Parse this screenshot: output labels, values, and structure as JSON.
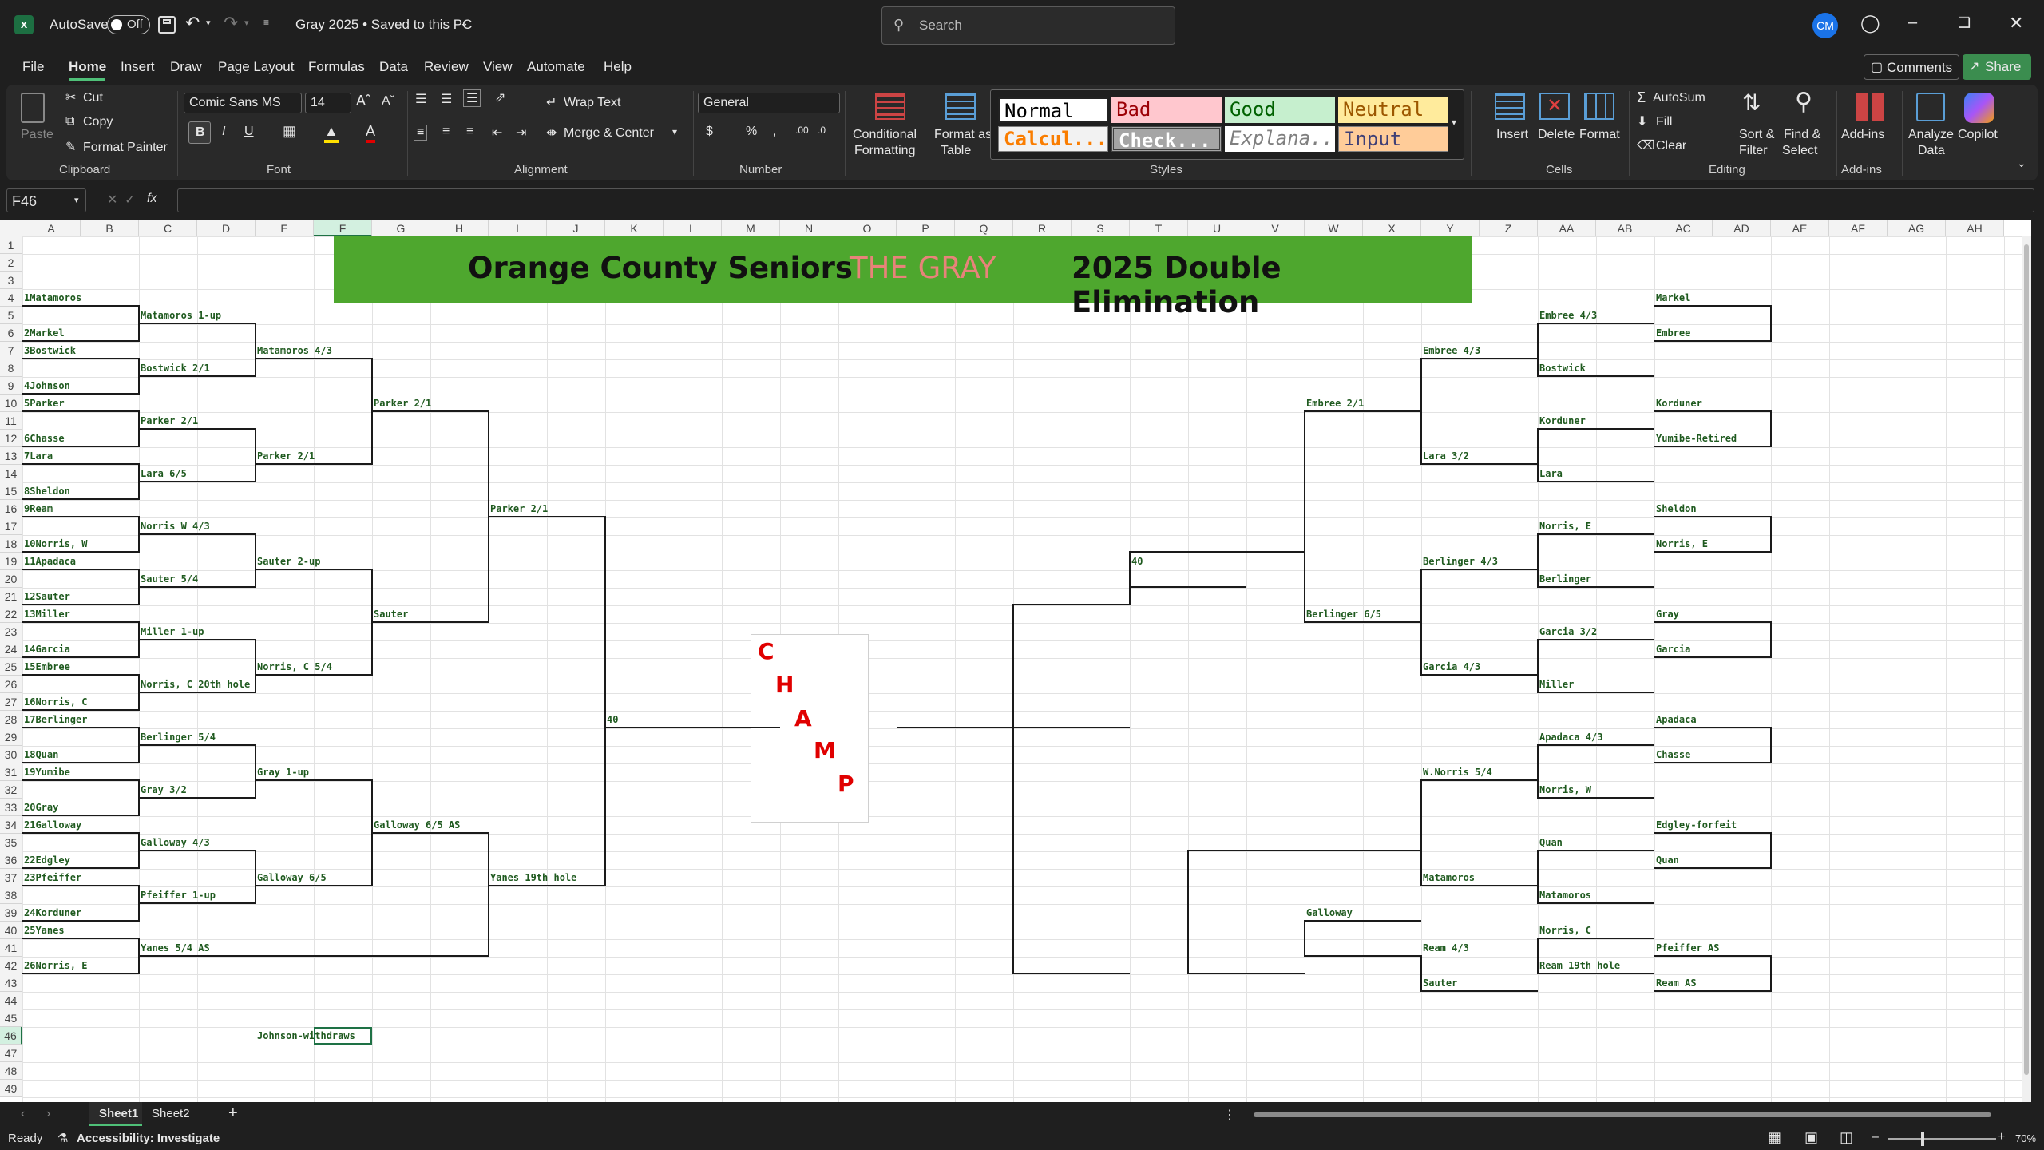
{
  "titlebar": {
    "autosave_label": "AutoSave",
    "autosave_state": "Off",
    "doc_title": "Gray 2025 • Saved to this PC",
    "search_placeholder": "Search",
    "avatar": "CM"
  },
  "menu": [
    "File",
    "Home",
    "Insert",
    "Draw",
    "Page Layout",
    "Formulas",
    "Data",
    "Review",
    "View",
    "Automate",
    "Help"
  ],
  "menu_right": {
    "comments": "Comments",
    "share": "Share"
  },
  "ribbon": {
    "paste": "Paste",
    "cut": "Cut",
    "copy": "Copy",
    "format_painter": "Format Painter",
    "clipboard": "Clipboard",
    "font_name": "Comic Sans MS",
    "font_size": "14",
    "font": "Font",
    "bold": "B",
    "italic": "I",
    "underline": "U",
    "wrap_text": "Wrap Text",
    "merge_center": "Merge & Center",
    "alignment": "Alignment",
    "number_format": "General",
    "number": "Number",
    "cond_fmt_1": "Conditional",
    "cond_fmt_2": "Formatting",
    "fmt_table_1": "Format as",
    "fmt_table_2": "Table",
    "styles": [
      "Normal",
      "Bad",
      "Good",
      "Neutral",
      "Calcul...",
      "Check...",
      "Explana...",
      "Input"
    ],
    "styles_label": "Styles",
    "insert": "Insert",
    "delete": "Delete",
    "format": "Format",
    "cells": "Cells",
    "autosum": "AutoSum",
    "fill": "Fill",
    "clear": "Clear",
    "sort_1": "Sort &",
    "sort_2": "Filter",
    "find_1": "Find &",
    "find_2": "Select",
    "editing": "Editing",
    "addins": "Add-ins",
    "addins_group": "Add-ins",
    "analyze_1": "Analyze",
    "analyze_2": "Data",
    "copilot": "Copilot"
  },
  "namebox": "F46",
  "columns": [
    "A",
    "B",
    "C",
    "D",
    "E",
    "F",
    "G",
    "H",
    "I",
    "J",
    "K",
    "L",
    "M",
    "N",
    "O",
    "P",
    "Q",
    "R",
    "S",
    "T",
    "U",
    "V",
    "W",
    "X",
    "Y",
    "Z",
    "AA",
    "AB",
    "AC",
    "AD",
    "AE",
    "AF",
    "AG",
    "AH"
  ],
  "rows": [
    "1",
    "2",
    "3",
    "4",
    "5",
    "6",
    "7",
    "8",
    "9",
    "10",
    "11",
    "12",
    "13",
    "14",
    "15",
    "16",
    "17",
    "18",
    "19",
    "20",
    "21",
    "22",
    "23",
    "24",
    "25",
    "26",
    "27",
    "28",
    "29",
    "30",
    "31",
    "32",
    "33",
    "34",
    "35",
    "36",
    "37",
    "38",
    "39",
    "40",
    "41",
    "42",
    "43",
    "44",
    "45",
    "46",
    "47",
    "48",
    "49"
  ],
  "banner": {
    "left": "Orange County Seniors",
    "middle": "THE GRAY",
    "right": "2025 Double Elimination"
  },
  "champ": [
    "C",
    "H",
    "A",
    "M",
    "P"
  ],
  "sheets": [
    "Sheet1",
    "Sheet2"
  ],
  "status": {
    "ready": "Ready",
    "accessibility": "Accessibility: Investigate",
    "zoom": "70%"
  },
  "cells": [
    {
      "c": 0,
      "r": 4,
      "v": "1Matamoros"
    },
    {
      "c": 0,
      "r": 6,
      "v": "2Markel"
    },
    {
      "c": 0,
      "r": 7,
      "v": "3Bostwick"
    },
    {
      "c": 0,
      "r": 9,
      "v": "4Johnson"
    },
    {
      "c": 0,
      "r": 10,
      "v": "5Parker"
    },
    {
      "c": 0,
      "r": 12,
      "v": "6Chasse"
    },
    {
      "c": 0,
      "r": 13,
      "v": "7Lara"
    },
    {
      "c": 0,
      "r": 15,
      "v": "8Sheldon"
    },
    {
      "c": 0,
      "r": 16,
      "v": "9Ream"
    },
    {
      "c": 0,
      "r": 18,
      "v": "10Norris, W"
    },
    {
      "c": 0,
      "r": 19,
      "v": "11Apadaca"
    },
    {
      "c": 0,
      "r": 21,
      "v": "12Sauter"
    },
    {
      "c": 0,
      "r": 22,
      "v": "13Miller"
    },
    {
      "c": 0,
      "r": 24,
      "v": "14Garcia"
    },
    {
      "c": 0,
      "r": 25,
      "v": "15Embree"
    },
    {
      "c": 0,
      "r": 27,
      "v": "16Norris, C"
    },
    {
      "c": 0,
      "r": 28,
      "v": "17Berlinger"
    },
    {
      "c": 0,
      "r": 30,
      "v": "18Quan"
    },
    {
      "c": 0,
      "r": 31,
      "v": "19Yumibe"
    },
    {
      "c": 0,
      "r": 33,
      "v": "20Gray"
    },
    {
      "c": 0,
      "r": 34,
      "v": "21Galloway"
    },
    {
      "c": 0,
      "r": 36,
      "v": "22Edgley"
    },
    {
      "c": 0,
      "r": 37,
      "v": "23Pfeiffer"
    },
    {
      "c": 0,
      "r": 39,
      "v": "24Korduner"
    },
    {
      "c": 0,
      "r": 40,
      "v": "25Yanes"
    },
    {
      "c": 0,
      "r": 42,
      "v": "26Norris, E"
    },
    {
      "c": 2,
      "r": 5,
      "v": "Matamoros 1-up"
    },
    {
      "c": 2,
      "r": 8,
      "v": "Bostwick 2/1"
    },
    {
      "c": 2,
      "r": 11,
      "v": "Parker 2/1"
    },
    {
      "c": 2,
      "r": 14,
      "v": "Lara 6/5"
    },
    {
      "c": 2,
      "r": 17,
      "v": "Norris W 4/3"
    },
    {
      "c": 2,
      "r": 20,
      "v": "Sauter 5/4"
    },
    {
      "c": 2,
      "r": 23,
      "v": "Miller 1-up"
    },
    {
      "c": 2,
      "r": 26,
      "v": "Norris, C 20th hole"
    },
    {
      "c": 2,
      "r": 29,
      "v": "Berlinger 5/4"
    },
    {
      "c": 2,
      "r": 32,
      "v": "Gray 3/2"
    },
    {
      "c": 2,
      "r": 35,
      "v": "Galloway 4/3"
    },
    {
      "c": 2,
      "r": 38,
      "v": "Pfeiffer 1-up"
    },
    {
      "c": 2,
      "r": 41,
      "v": "Yanes 5/4  AS"
    },
    {
      "c": 4,
      "r": 7,
      "v": "Matamoros 4/3"
    },
    {
      "c": 4,
      "r": 13,
      "v": "Parker 2/1"
    },
    {
      "c": 4,
      "r": 19,
      "v": "Sauter 2-up"
    },
    {
      "c": 4,
      "r": 25,
      "v": "Norris, C 5/4"
    },
    {
      "c": 4,
      "r": 31,
      "v": "Gray 1-up"
    },
    {
      "c": 4,
      "r": 37,
      "v": "Galloway 6/5"
    },
    {
      "c": 4,
      "r": 46,
      "v": "Johnson-withdraws"
    },
    {
      "c": 6,
      "r": 10,
      "v": "Parker 2/1"
    },
    {
      "c": 6,
      "r": 22,
      "v": "Sauter"
    },
    {
      "c": 6,
      "r": 34,
      "v": "Galloway 6/5 AS"
    },
    {
      "c": 8,
      "r": 16,
      "v": "Parker 2/1"
    },
    {
      "c": 8,
      "r": 37,
      "v": "Yanes 19th hole"
    },
    {
      "c": 10,
      "r": 28,
      "v": "40"
    },
    {
      "c": 19,
      "r": 19,
      "v": "40"
    },
    {
      "c": 22,
      "r": 10,
      "v": "Embree 2/1"
    },
    {
      "c": 22,
      "r": 22,
      "v": "Berlinger 6/5"
    },
    {
      "c": 22,
      "r": 39,
      "v": "Galloway"
    },
    {
      "c": 24,
      "r": 7,
      "v": "Embree 4/3"
    },
    {
      "c": 24,
      "r": 13,
      "v": "Lara 3/2"
    },
    {
      "c": 24,
      "r": 19,
      "v": "Berlinger 4/3"
    },
    {
      "c": 24,
      "r": 25,
      "v": "Garcia 4/3"
    },
    {
      "c": 24,
      "r": 31,
      "v": "W.Norris 5/4"
    },
    {
      "c": 24,
      "r": 37,
      "v": "Matamoros"
    },
    {
      "c": 24,
      "r": 41,
      "v": "Ream 4/3"
    },
    {
      "c": 24,
      "r": 43,
      "v": "Sauter"
    },
    {
      "c": 26,
      "r": 5,
      "v": "Embree 4/3"
    },
    {
      "c": 26,
      "r": 8,
      "v": "Bostwick"
    },
    {
      "c": 26,
      "r": 11,
      "v": "Korduner"
    },
    {
      "c": 26,
      "r": 14,
      "v": "Lara"
    },
    {
      "c": 26,
      "r": 17,
      "v": "Norris, E"
    },
    {
      "c": 26,
      "r": 20,
      "v": "Berlinger"
    },
    {
      "c": 26,
      "r": 23,
      "v": "Garcia 3/2"
    },
    {
      "c": 26,
      "r": 26,
      "v": "Miller"
    },
    {
      "c": 26,
      "r": 29,
      "v": "Apadaca 4/3"
    },
    {
      "c": 26,
      "r": 32,
      "v": "Norris, W"
    },
    {
      "c": 26,
      "r": 35,
      "v": "Quan"
    },
    {
      "c": 26,
      "r": 38,
      "v": "Matamoros"
    },
    {
      "c": 26,
      "r": 40,
      "v": "Norris, C"
    },
    {
      "c": 26,
      "r": 42,
      "v": "Ream 19th hole"
    },
    {
      "c": 28,
      "r": 4,
      "v": "Markel"
    },
    {
      "c": 28,
      "r": 6,
      "v": "Embree"
    },
    {
      "c": 28,
      "r": 10,
      "v": "Korduner"
    },
    {
      "c": 28,
      "r": 12,
      "v": "Yumibe-Retired"
    },
    {
      "c": 28,
      "r": 16,
      "v": "Sheldon"
    },
    {
      "c": 28,
      "r": 18,
      "v": "Norris, E"
    },
    {
      "c": 28,
      "r": 22,
      "v": "Gray"
    },
    {
      "c": 28,
      "r": 24,
      "v": "Garcia"
    },
    {
      "c": 28,
      "r": 28,
      "v": "Apadaca"
    },
    {
      "c": 28,
      "r": 30,
      "v": "Chasse"
    },
    {
      "c": 28,
      "r": 34,
      "v": "Edgley-forfeit"
    },
    {
      "c": 28,
      "r": 36,
      "v": "Quan"
    },
    {
      "c": 28,
      "r": 41,
      "v": "Pfeiffer AS"
    },
    {
      "c": 28,
      "r": 43,
      "v": "Ream AS"
    }
  ]
}
